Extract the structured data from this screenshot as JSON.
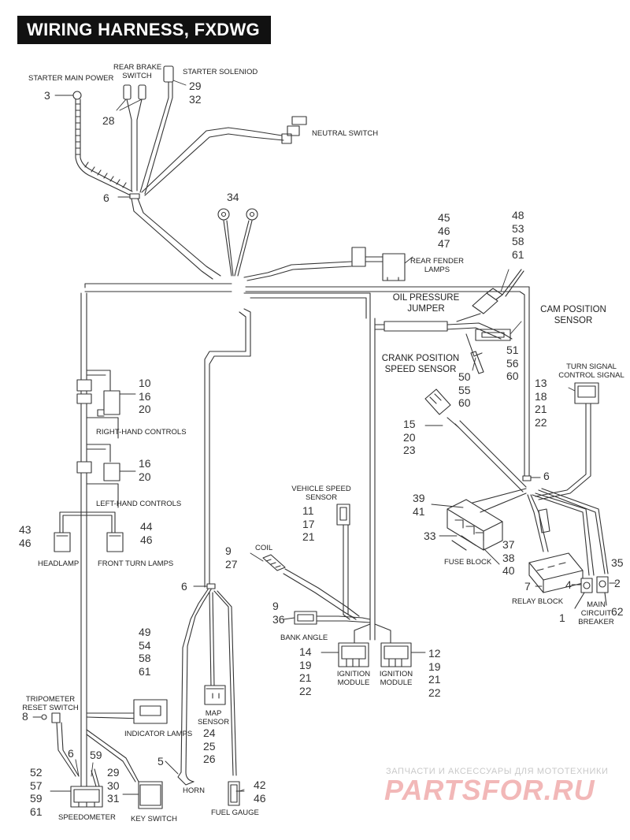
{
  "title": "WIRING HARNESS, FXDWG",
  "components": {
    "starter_main_power": {
      "label": "STARTER MAIN POWER",
      "parts": [
        "3"
      ]
    },
    "rear_brake_switch": {
      "label": [
        "REAR BRAKE",
        "SWITCH"
      ],
      "parts": [
        "28"
      ]
    },
    "starter_solenoid": {
      "label": "STARTER SOLENIOD",
      "parts": [
        "29",
        "32"
      ]
    },
    "neutral_switch": {
      "label": "NEUTRAL SWITCH"
    },
    "clip_upper": {
      "parts": [
        "6"
      ]
    },
    "ground_terminals": {
      "parts": [
        "34"
      ]
    },
    "rear_fender_lamps": {
      "label": [
        "REAR FENDER",
        "LAMPS"
      ],
      "parts": [
        "45",
        "46",
        "47"
      ]
    },
    "oil_pressure_jumper": {
      "label": [
        "OIL PRESSURE",
        "JUMPER"
      ],
      "parts": [
        "48",
        "53",
        "58",
        "61"
      ]
    },
    "cam_position_sensor": {
      "label": [
        "CAM POSITION",
        "SENSOR"
      ],
      "parts": [
        "51",
        "56",
        "60"
      ]
    },
    "crank_position_sensor": {
      "label": [
        "CRANK POSITION",
        "SPEED SENSOR"
      ],
      "parts": [
        "50",
        "55",
        "60"
      ]
    },
    "turn_signal_control": {
      "label": [
        "TURN SIGNAL",
        "CONTROL SIGNAL"
      ],
      "parts": [
        "13",
        "18",
        "21",
        "22"
      ]
    },
    "right_hand_controls": {
      "label": "RIGHT-HAND CONTROLS",
      "parts": [
        "10",
        "16",
        "20"
      ]
    },
    "left_hand_controls": {
      "label": "LEFT-HAND CONTROLS",
      "parts": [
        "16",
        "20"
      ]
    },
    "connector_15": {
      "parts": [
        "15",
        "20",
        "23"
      ]
    },
    "clip_right": {
      "parts": [
        "6"
      ]
    },
    "headlamp": {
      "label": "HEADLAMP",
      "parts": [
        "43",
        "46"
      ]
    },
    "front_turn_lamps": {
      "label": "FRONT TURN LAMPS",
      "parts": [
        "44",
        "46"
      ]
    },
    "vehicle_speed_sensor": {
      "label": [
        "VEHICLE SPEED",
        "SENSOR"
      ],
      "parts": [
        "11",
        "17",
        "21"
      ]
    },
    "fuse_block": {
      "label": "FUSE BLOCK",
      "parts_left": [
        "39",
        "41"
      ],
      "parts_side": [
        "33"
      ],
      "parts_right": [
        "37",
        "38",
        "40"
      ]
    },
    "coil": {
      "label": "COIL",
      "parts": [
        "9",
        "27"
      ]
    },
    "relay_block": {
      "label": "RELAY BLOCK",
      "parts": [
        "7"
      ]
    },
    "main_circuit_breaker": {
      "label": [
        "MAIN",
        "CIRCUIT",
        "BREAKER"
      ],
      "parts": [
        "4",
        "1",
        "35",
        "2",
        "62"
      ]
    },
    "clip_middle": {
      "parts": [
        "6"
      ]
    },
    "bank_angle": {
      "label": "BANK ANGLE",
      "parts": [
        "9",
        "36"
      ]
    },
    "ignition_module_left": {
      "label": [
        "IGNITION",
        "MODULE"
      ],
      "parts": [
        "14",
        "19",
        "21",
        "22"
      ]
    },
    "ignition_module_right": {
      "label": [
        "IGNITION",
        "MODULE"
      ],
      "parts": [
        "12",
        "19",
        "21",
        "22"
      ]
    },
    "indicator_lamps": {
      "label": "INDICATOR LAMPS",
      "parts": [
        "49",
        "54",
        "58",
        "61"
      ]
    },
    "tripometer_reset_switch": {
      "label": [
        "TRIPOMETER",
        "RESET SWITCH"
      ],
      "parts": [
        "8"
      ]
    },
    "map_sensor": {
      "label": [
        "MAP",
        "SENSOR"
      ],
      "parts": [
        "24",
        "25",
        "26"
      ]
    },
    "horn": {
      "label": "HORN",
      "parts": [
        "5"
      ]
    },
    "fuel_gauge": {
      "label": "FUEL GAUGE",
      "parts": [
        "42",
        "46"
      ]
    },
    "speedometer": {
      "label": "SPEEDOMETER",
      "parts": [
        "52",
        "57",
        "59",
        "61"
      ],
      "parts_top": [
        "6",
        "59"
      ]
    },
    "key_switch": {
      "label": "KEY SWITCH",
      "parts": [
        "29",
        "30",
        "31"
      ]
    }
  },
  "watermark": {
    "line1": "ЗАПЧАСТИ И АКСЕССУАРЫ ДЛЯ МОТОТЕХНИКИ",
    "line2": "PARTSFOR.RU"
  }
}
